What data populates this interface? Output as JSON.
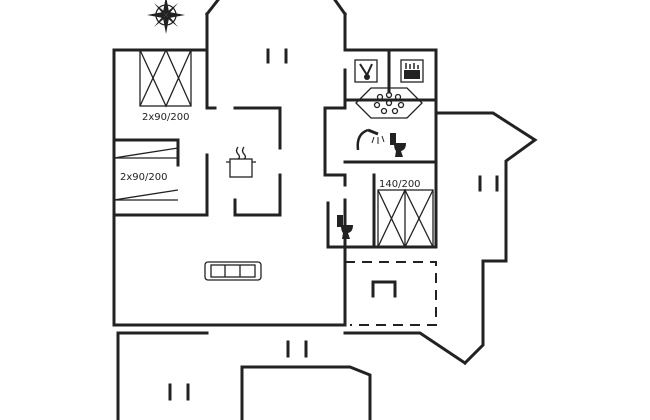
{
  "beds": {
    "top": "2x90/200",
    "middle": "2x90/200",
    "double": "140/200"
  },
  "icons": {
    "compass": "compass-rose-icon",
    "sauna": "sauna-icon",
    "spa": "spa-icon",
    "whirlpool": "whirlpool-icon",
    "shower": "shower-icon",
    "toilet": "toilet-icon",
    "stove": "cooking-pot-icon",
    "sofa": "sofa-icon"
  },
  "colors": {
    "line": "#222222",
    "background": "#ffffff"
  }
}
